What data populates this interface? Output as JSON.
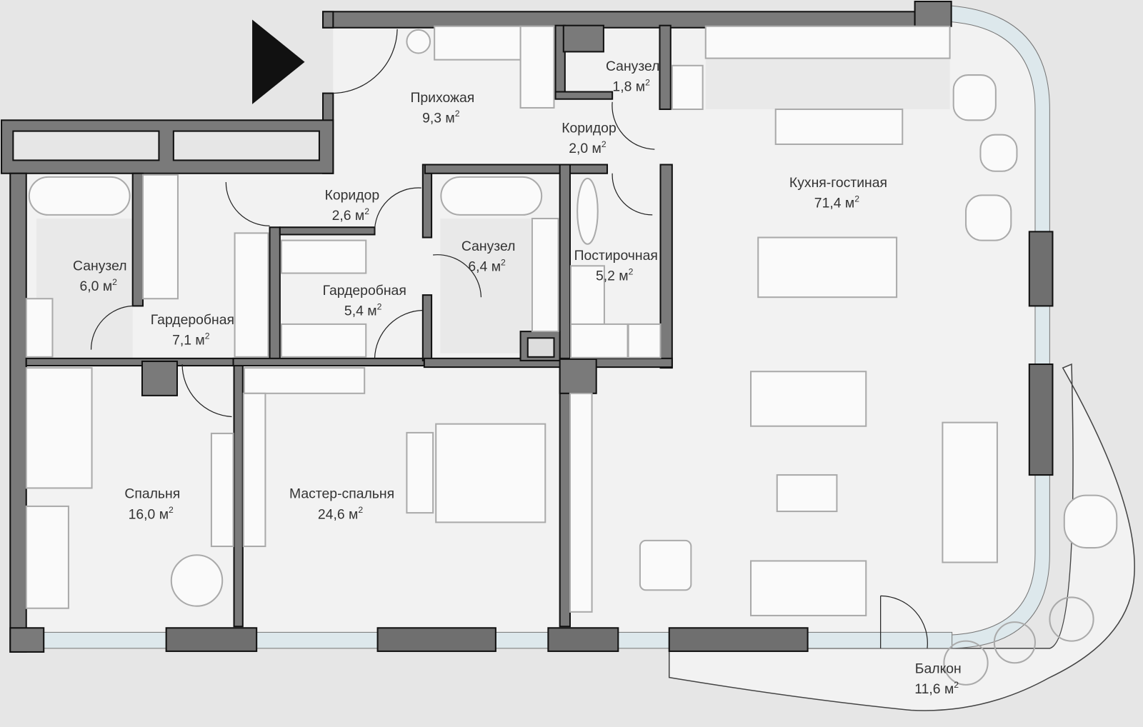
{
  "plan": {
    "entrance_marker": "entrance-arrow",
    "colors": {
      "background": "#e6e6e6",
      "floor": "#f2f2f2",
      "wall": "#7a7a7a",
      "glass": "#dde8ec"
    },
    "rooms": [
      {
        "name": "Прихожая",
        "area": "9,3 м",
        "sup": "2"
      },
      {
        "name": "Санузел",
        "area": "1,8 м",
        "sup": "2"
      },
      {
        "name": "Коридор",
        "area": "2,0 м",
        "sup": "2"
      },
      {
        "name": "Кухня-гостиная",
        "area": "71,4 м",
        "sup": "2"
      },
      {
        "name": "Коридор",
        "area": "2,6 м",
        "sup": "2"
      },
      {
        "name": "Санузел",
        "area": "6,4 м",
        "sup": "2"
      },
      {
        "name": "Постирочная",
        "area": "5,2 м",
        "sup": "2"
      },
      {
        "name": "Санузел",
        "area": "6,0 м",
        "sup": "2"
      },
      {
        "name": "Гардеробная",
        "area": "5,4 м",
        "sup": "2"
      },
      {
        "name": "Гардеробная",
        "area": "7,1 м",
        "sup": "2"
      },
      {
        "name": "Спальня",
        "area": "16,0 м",
        "sup": "2"
      },
      {
        "name": "Мастер-спальня",
        "area": "24,6 м",
        "sup": "2"
      },
      {
        "name": "Балкон",
        "area": "11,6 м",
        "sup": "2"
      }
    ]
  }
}
